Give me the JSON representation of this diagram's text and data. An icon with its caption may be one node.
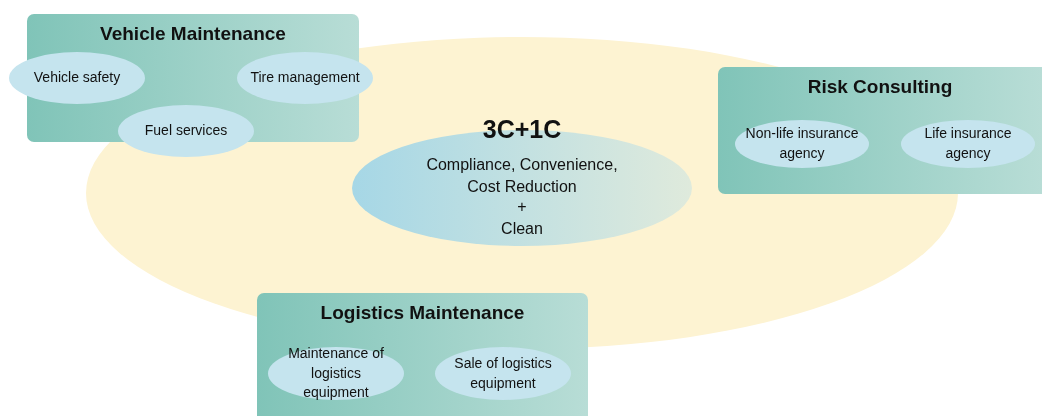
{
  "diagram": {
    "nodes": [
      {
        "text": [
          "Vehicle Maintenance"
        ]
      },
      {
        "text": [
          "Vehicle safety"
        ]
      },
      {
        "text": [
          "Tire management"
        ]
      },
      {
        "text": [
          "Fuel services"
        ]
      },
      {
        "text": [
          "3C+1C",
          "Compliance, Convenience, Cost Reduction",
          "+",
          "Clean"
        ]
      },
      {
        "text": [
          "Risk Consulting"
        ]
      },
      {
        "text": [
          "Non-life insurance agency"
        ],
        "in": 5
      },
      {
        "text": [
          "Life insurance agency"
        ],
        "in": 5
      },
      {
        "text": [
          "Logistics Maintenance"
        ]
      },
      {
        "text": [
          "Maintenance of logistics equipment"
        ],
        "in": 8
      },
      {
        "text": [
          "Sale of logistics equipment"
        ],
        "in": 8
      }
    ]
  }
}
